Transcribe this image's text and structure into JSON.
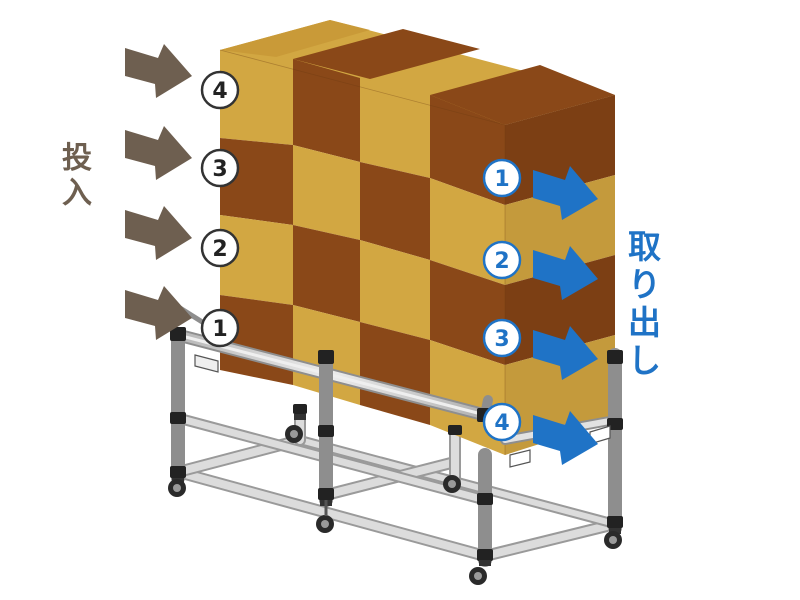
{
  "labels": {
    "input": "投入",
    "output": "取り出し"
  },
  "input_markers": [
    "4",
    "3",
    "2",
    "1"
  ],
  "output_markers": [
    "1",
    "2",
    "3",
    "4"
  ],
  "colors": {
    "box_light": "#d2a742",
    "box_dark": "#8a4818",
    "input_arrow": "#6e5f50",
    "output_arrow": "#1f73c6",
    "frame": "#c9c9c9",
    "joint": "#222222"
  }
}
